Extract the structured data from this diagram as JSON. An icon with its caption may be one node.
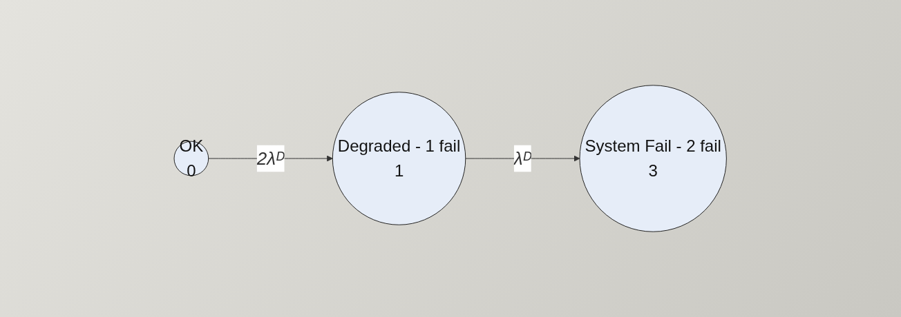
{
  "diagram": {
    "nodes": [
      {
        "text": [
          "OK",
          "0"
        ]
      },
      {
        "text": [
          "Degraded - 1 fail",
          "1"
        ]
      },
      {
        "text": [
          "System Fail - 2 fail",
          "3"
        ]
      }
    ],
    "edges": [
      {
        "from": 0,
        "to": 1,
        "arrow": "to",
        "label": "2λᴰ"
      },
      {
        "from": 1,
        "to": 2,
        "arrow": "to",
        "label": "λᴰ"
      }
    ]
  }
}
